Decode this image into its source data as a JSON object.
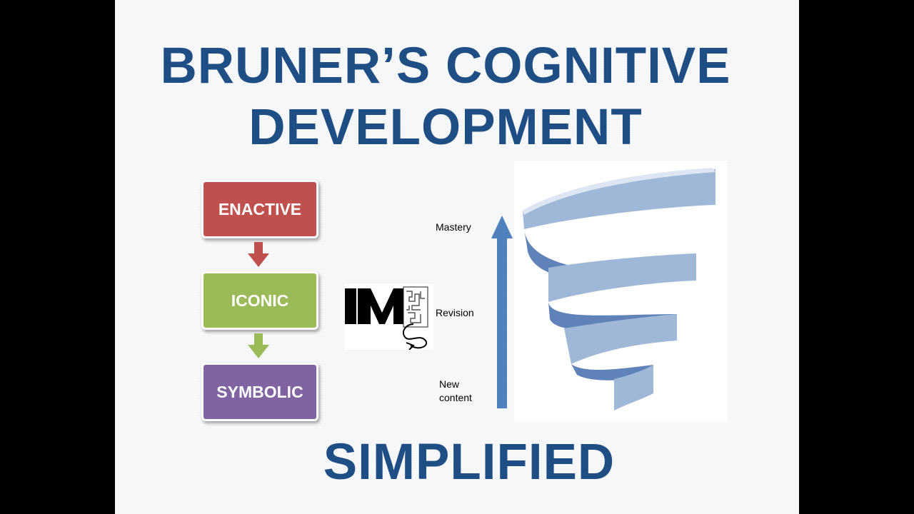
{
  "title": {
    "line1": "BRUNER’S COGNITIVE",
    "line2": "DEVELOPMENT",
    "line3": "SIMPLIFIED"
  },
  "stages": [
    {
      "label": "ENACTIVE",
      "color": "#c0504d"
    },
    {
      "label": "ICONIC",
      "color": "#9bbb59"
    },
    {
      "label": "SYMBOLIC",
      "color": "#8064a2"
    }
  ],
  "spiral": {
    "labels": {
      "mastery": "Mastery",
      "revision": "Revision",
      "new_content": "New content"
    },
    "arrow_color": "#4f81bd",
    "ribbon_color": "#95b3d7"
  },
  "colors": {
    "title": "#1f4e85",
    "background": "#f7f8fa"
  }
}
